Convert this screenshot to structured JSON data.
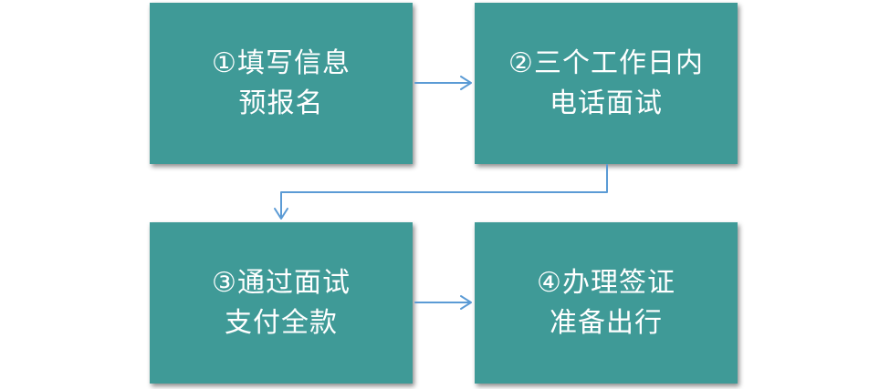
{
  "steps": [
    {
      "line1": "①填写信息",
      "line2": "预报名"
    },
    {
      "line1": "②三个工作日内",
      "line2": "电话面试"
    },
    {
      "line1": "③通过面试",
      "line2": "支付全款"
    },
    {
      "line1": "④办理签证",
      "line2": "准备出行"
    }
  ],
  "colors": {
    "box_fill": "#3f9a97",
    "box_text": "#ffffff",
    "arrow": "#5b9bd5"
  }
}
